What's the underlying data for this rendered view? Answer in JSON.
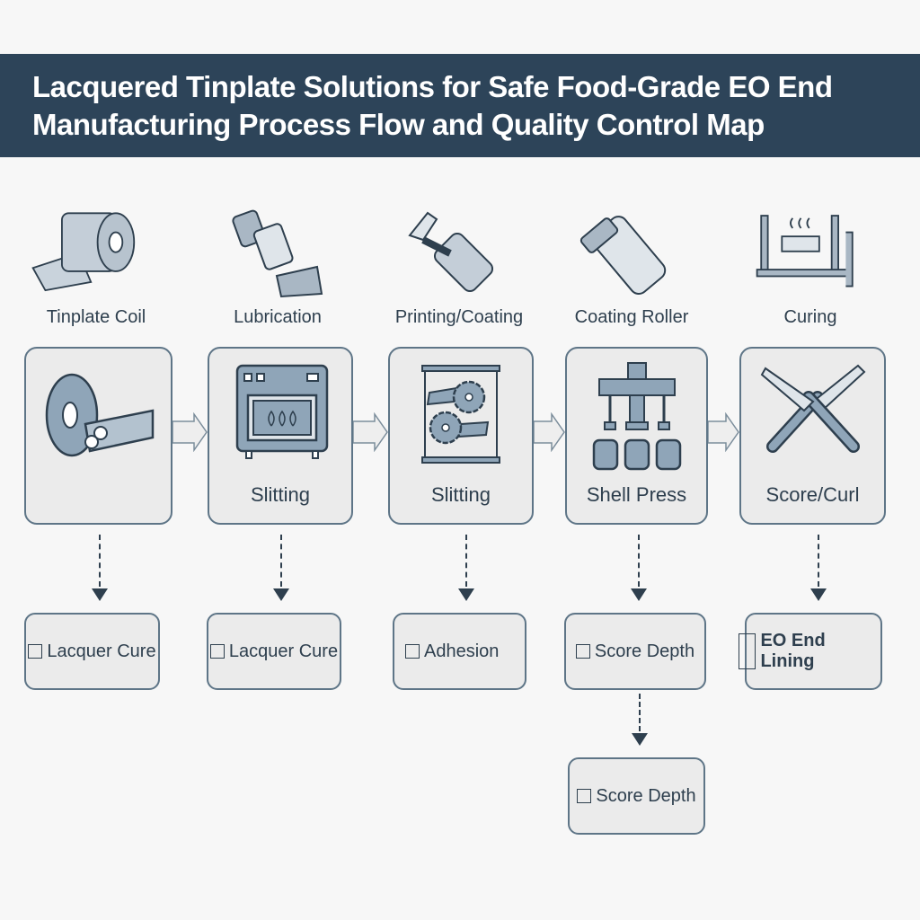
{
  "title": {
    "line1": "Lacquered Tinplate Solutions for Safe Food-Grade EO End",
    "line2": "Manufacturing Process Flow and Quality Control Map"
  },
  "top_stages": [
    {
      "label": "Tinplate Coil",
      "icon": "tinplate-coil-icon"
    },
    {
      "label": "Lubrication",
      "icon": "lubrication-icon"
    },
    {
      "label": "Printing/Coating",
      "icon": "printing-coating-icon"
    },
    {
      "label": "Coating Roller",
      "icon": "coating-roller-icon"
    },
    {
      "label": "Curing",
      "icon": "curing-icon"
    }
  ],
  "process_boxes": [
    {
      "label": "",
      "icon": "coil-unwind-icon"
    },
    {
      "label": "Slitting",
      "icon": "oven-icon"
    },
    {
      "label": "Slitting",
      "icon": "slitter-blades-icon"
    },
    {
      "label": "Shell Press",
      "icon": "press-icon"
    },
    {
      "label": "Score/Curl",
      "icon": "scoring-tools-icon"
    }
  ],
  "qc_checks": [
    {
      "label": "Lacquer Cure"
    },
    {
      "label": "Lacquer Cure"
    },
    {
      "label": "Adhesion"
    },
    {
      "label": "Score Depth"
    },
    {
      "label": "EO End Lining"
    },
    {
      "label": "Score Depth"
    }
  ],
  "colors": {
    "header": "#2d4459",
    "box_border": "#5e7587",
    "icon_fill": "#8fa5b8",
    "dark": "#2e3f4e"
  }
}
